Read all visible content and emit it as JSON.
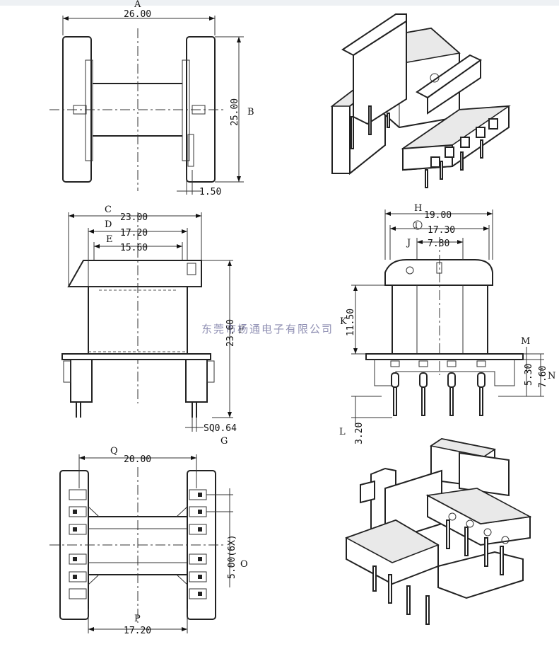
{
  "watermark": "东莞市杨通电子有限公司",
  "dims": {
    "A": {
      "label": "A",
      "value": "26.00"
    },
    "B": {
      "label": "B",
      "value": "25.00"
    },
    "thk": {
      "value": "1.50"
    },
    "C": {
      "label": "C",
      "value": "23.00"
    },
    "D": {
      "label": "D",
      "value": "17.20"
    },
    "E": {
      "label": "E",
      "value": "15.60"
    },
    "F": {
      "label": "F",
      "value": "23.60"
    },
    "G": {
      "label": "G",
      "value": "SQ0.64"
    },
    "H": {
      "label": "H",
      "value": "19.00"
    },
    "I": {
      "label": "I",
      "value": "17.30"
    },
    "J": {
      "label": "J",
      "value": "7.80"
    },
    "K": {
      "label": "K",
      "value": "11.50"
    },
    "L": {
      "label": "L",
      "value": "3.20"
    },
    "M": {
      "label": "M",
      "value": "5.30"
    },
    "N": {
      "label": "N",
      "value": "7.60"
    },
    "Q": {
      "label": "Q",
      "value": "20.00"
    },
    "O": {
      "label": "O",
      "value": "5.00(6X)"
    },
    "P": {
      "label": "P",
      "value": "17.20"
    }
  }
}
